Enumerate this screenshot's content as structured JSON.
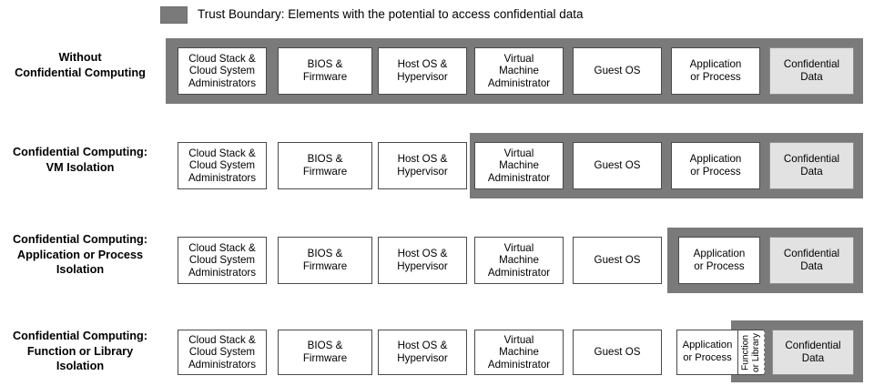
{
  "legend": {
    "swatch_name": "trust-boundary-swatch",
    "swatch_color": "#7a7a7a",
    "text": "Trust Boundary: Elements with the potential to access confidential data"
  },
  "colors": {
    "boundary_gray": "#7a7a7a",
    "box_fill": "#ffffff",
    "box_border": "#4a4a4a",
    "confidential_fill": "#e2e2e2",
    "confidential_border": "#8e8e8e",
    "background": "#ffffff",
    "text": "#000000"
  },
  "components": {
    "cloud_admins": "Cloud Stack &\nCloud System\nAdministrators",
    "bios": "BIOS &\nFirmware",
    "host_os": "Host OS &\nHypervisor",
    "vm_admin": "Virtual\nMachine\nAdministrator",
    "guest_os": "Guest OS",
    "application": "Application\nor Process",
    "function_library": "Function\nor Library",
    "confidential_data": "Confidential\nData"
  },
  "rows": [
    {
      "id": "without-confidential-computing",
      "label": "Without\nConfidential Computing",
      "boundary_covers": "all-seven-elements"
    },
    {
      "id": "vm-isolation",
      "label": "Confidential Computing:\nVM Isolation",
      "boundary_covers": "virtual-machine-administrator-through-confidential-data"
    },
    {
      "id": "application-or-process-isolation",
      "label": "Confidential Computing:\nApplication or Process\nIsolation",
      "boundary_covers": "application-or-process-and-confidential-data"
    },
    {
      "id": "function-or-library-isolation",
      "label": "Confidential Computing:\nFunction or Library\nIsolation",
      "boundary_covers": "function-or-library-and-confidential-data"
    }
  ]
}
